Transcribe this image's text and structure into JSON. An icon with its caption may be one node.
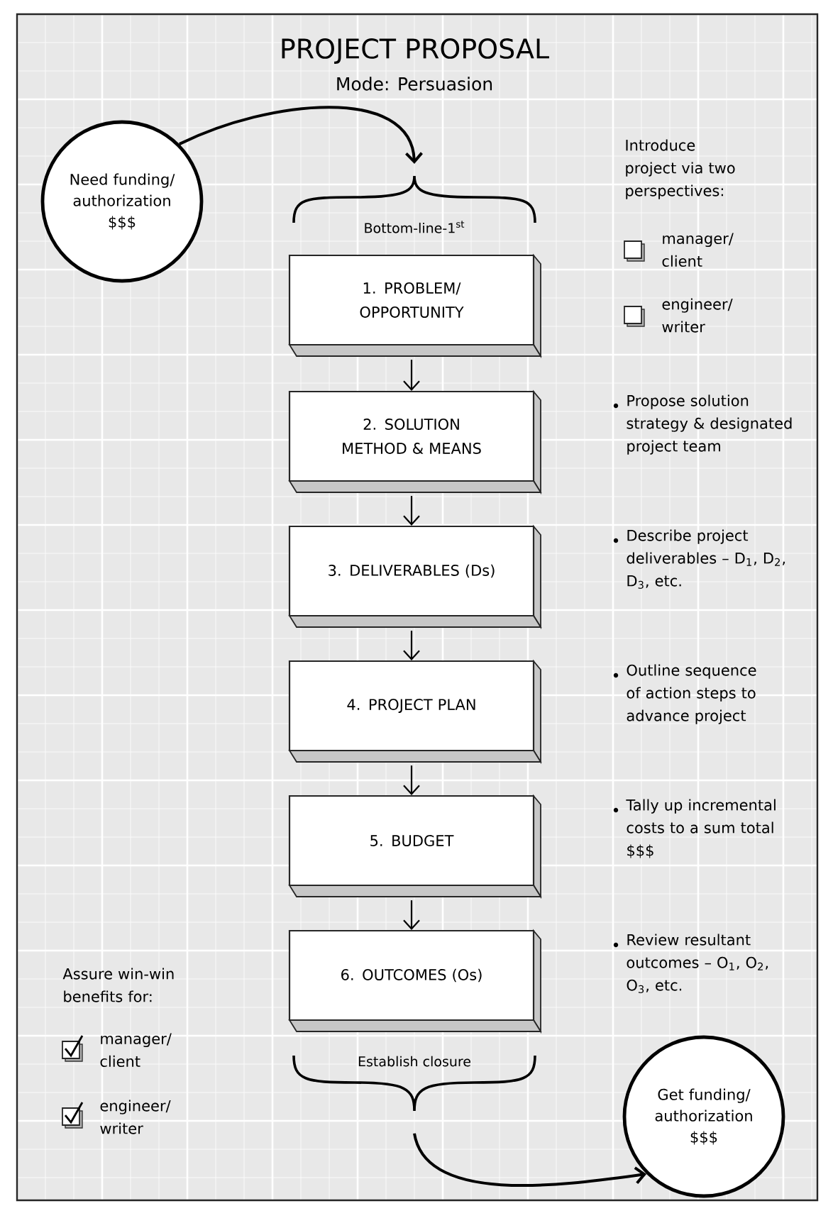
{
  "diagram": {
    "title": "PROJECT PROPOSAL",
    "nodes": [
      {
        "text": [
          "Need funding/ authorization $$$"
        ]
      },
      {
        "text": [
          "Bottom-line-1$^{st}$"
        ]
      },
      {
        "text": [
          "1. PROBLEM/ OPPORTUNITY"
        ]
      },
      {
        "text": [
          "2. SOLUTION METHOD & MEANS"
        ]
      },
      {
        "text": [
          "3. DELIVERABLES (Ds)"
        ]
      },
      {
        "text": [
          "4. PROJECT PLAN"
        ]
      },
      {
        "text": [
          "5. BUDGET"
        ]
      },
      {
        "text": [
          "6. OUTCOMES (Os)"
        ]
      },
      {
        "text": [
          "Establish closure"
        ]
      },
      {
        "text": [
          "Get funding/ authorization $$$"
        ]
      }
    ],
    "edges": [
      {
        "from": 0,
        "to": 1,
        "arrow": "to"
      },
      {
        "from": 2,
        "to": 3,
        "arrow": "to"
      },
      {
        "from": 3,
        "to": 4,
        "arrow": "to"
      },
      {
        "from": 4,
        "to": 5,
        "arrow": "to"
      },
      {
        "from": 5,
        "to": 6,
        "arrow": "to"
      },
      {
        "from": 6,
        "to": 7,
        "arrow": "to"
      },
      {
        "from": 8,
        "to": 9,
        "arrow": "to"
      }
    ],
    "labels": [
      "Mode: Persuasion",
      "Introduce project via two perspectives:",
      "manager/ client",
      "engineer/ writer",
      "Propose solution strategy & designated project team",
      "Describe project deliverables – D$_{1}$, D$_{2}$, D$_{3}$, etc.",
      "Outline sequence of action steps to advance project",
      "Tally up incremental costs to a sum total $$$",
      "Review resultant outcomes – O$_{1}$, O$_{2}$, O$_{3}$, etc.",
      "Assure win-win benefits for:",
      "manager/ client",
      "engineer/ writer"
    ]
  }
}
